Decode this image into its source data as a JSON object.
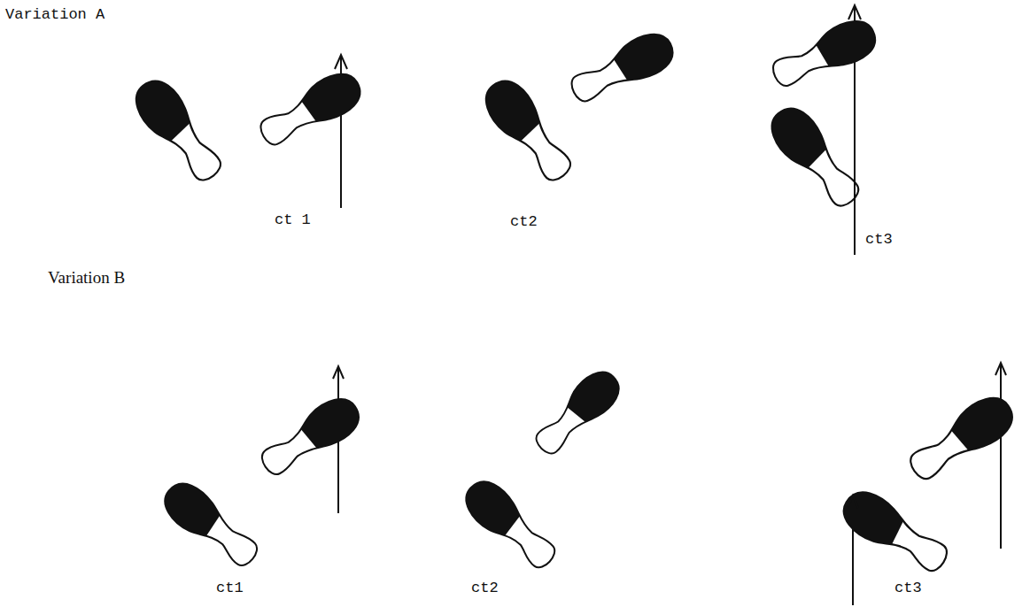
{
  "diagram": {
    "labels": [
      "Variation A",
      "ct 1",
      "ct2",
      "ct3",
      "Variation B",
      "ct1",
      "ct2",
      "ct3"
    ]
  }
}
